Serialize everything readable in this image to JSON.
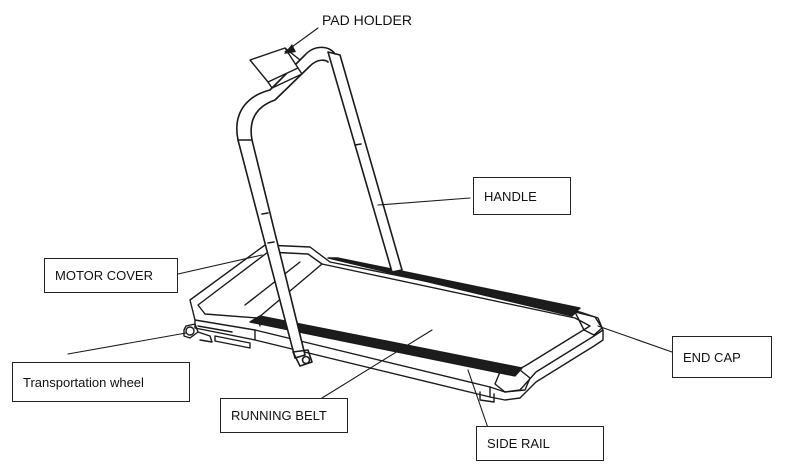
{
  "diagram": {
    "labels": {
      "pad_holder": "PAD HOLDER",
      "handle": "HANDLE",
      "motor_cover": "MOTOR COVER",
      "end_cap": "END CAP",
      "transportation_wheel": "Transportation wheel",
      "running_belt": "RUNNING BELT",
      "side_rail": "SIDE RAIL"
    },
    "colors": {
      "line": "#1a1a1a",
      "belt_strip": "#1c1c1c",
      "background": "#ffffff"
    }
  }
}
